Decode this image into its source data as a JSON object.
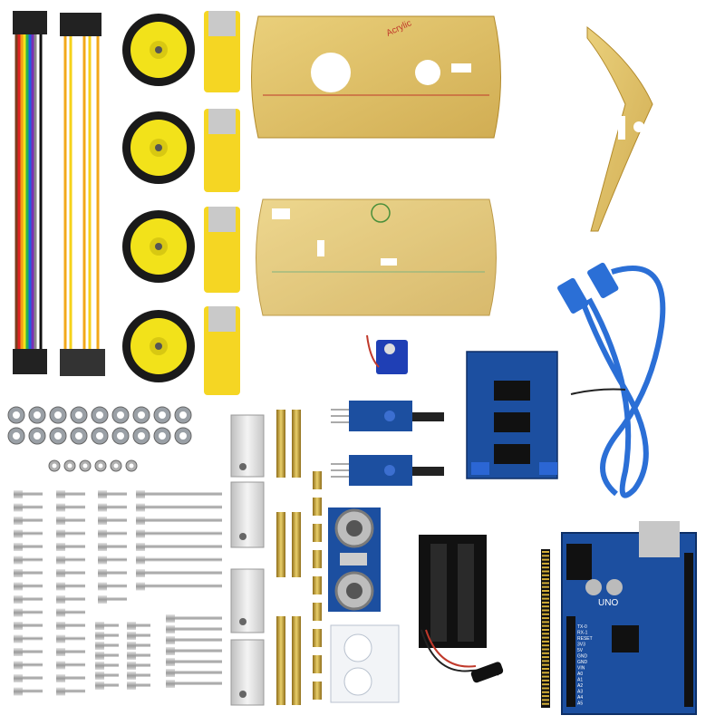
{
  "plate_labels": {
    "top_plate": "Acrylic",
    "bottom_plate": ""
  },
  "board": {
    "name": "UNO",
    "pin_labels": [
      "TX-0",
      "RX-1",
      "RESET",
      "3V3",
      "5V",
      "GND",
      "GND",
      "VIN",
      "A0",
      "A1",
      "A2",
      "A3",
      "A4",
      "A5"
    ]
  },
  "colors": {
    "wheel_yellow": "#f2e21a",
    "tire_black": "#1a1a1a",
    "acrylic": "#d9b64a",
    "pcb_blue": "#1c4fa0",
    "cable_blue": "#2b6fd6",
    "brass": "#c9a53a"
  }
}
